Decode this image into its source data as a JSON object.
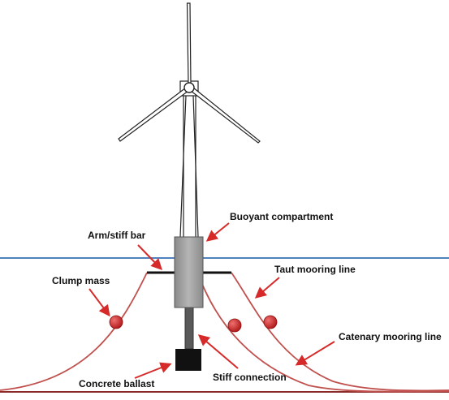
{
  "labels": {
    "buoyant_compartment": "Buoyant compartment",
    "arm_stiff_bar": "Arm/stiff bar",
    "clump_mass": "Clump mass",
    "taut_mooring_line": "Taut mooring line",
    "catenary_mooring_line": "Catenary mooring line",
    "concrete_ballast": "Concrete ballast",
    "stiff_connection": "Stiff connection"
  },
  "colors": {
    "water_line": "#4f81bd",
    "mooring_line": "#c0504d",
    "arrow": "#d62a2a",
    "clump_mass": "#d42b2b",
    "buoyant_compartment": "#a6a6a6",
    "stiff_connection": "#595959",
    "concrete_ballast": "#111111",
    "seabed": "#8b2a2a"
  },
  "icons": {
    "rotor": "three-blade-rotor-icon"
  }
}
